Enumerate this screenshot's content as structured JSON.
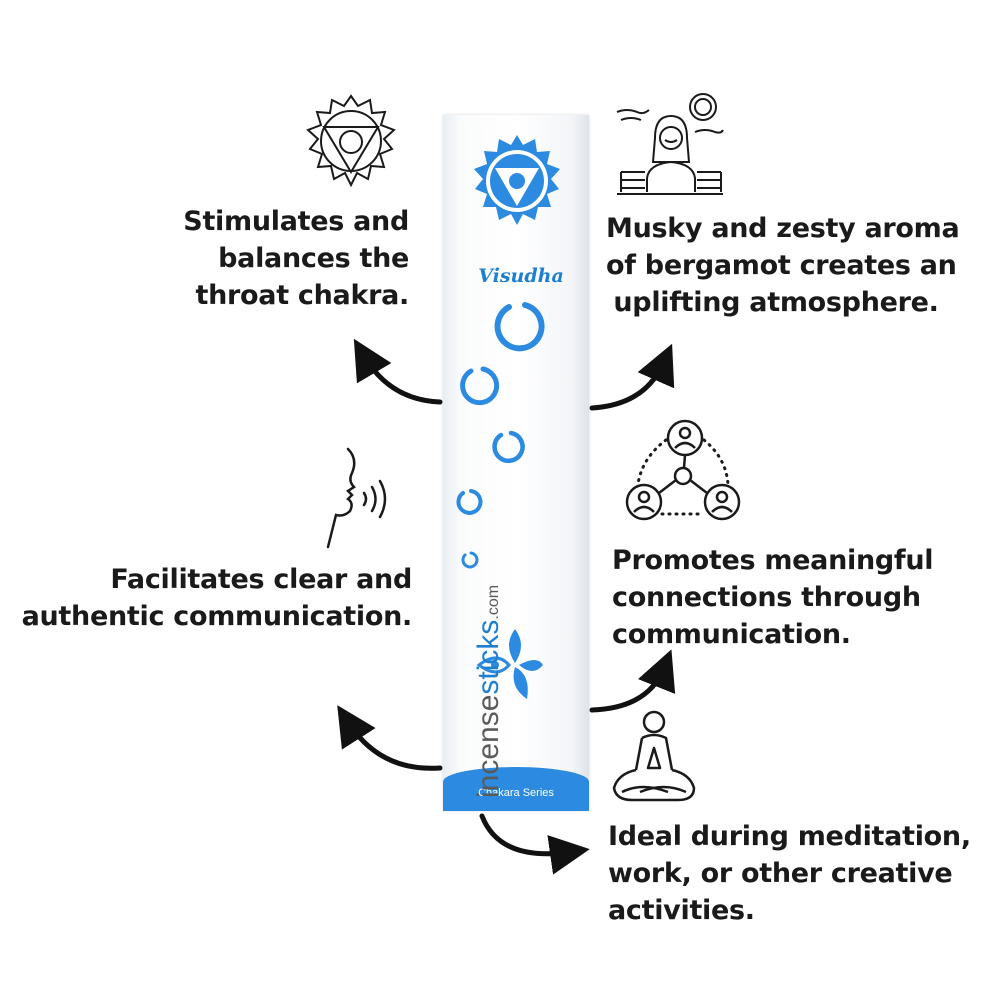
{
  "product": {
    "name": "Visudha",
    "brand_prefix": "incense",
    "brand_accent": "sticks",
    "brand_suffix": ".com",
    "series": "Chakara Series",
    "accent_color": "#1f7fcf",
    "band_color": "#2c8be0"
  },
  "features": {
    "throat": [
      "Stimulates and",
      "balances the",
      "throat chakra."
    ],
    "aroma": [
      "Musky and zesty aroma",
      "of bergamot creates an",
      "uplifting atmosphere."
    ],
    "communication": [
      "Facilitates clear and",
      "authentic communication."
    ],
    "connections": [
      "Promotes meaningful",
      "connections through",
      "communication."
    ],
    "meditation": [
      "Ideal during meditation,",
      "work, or other creative",
      "activities."
    ]
  },
  "icons": {
    "throat": "throat-chakra-icon",
    "aroma": "aroma-woman-icon",
    "communication": "speaking-head-icon",
    "connections": "people-network-icon",
    "meditation": "meditation-icon"
  }
}
